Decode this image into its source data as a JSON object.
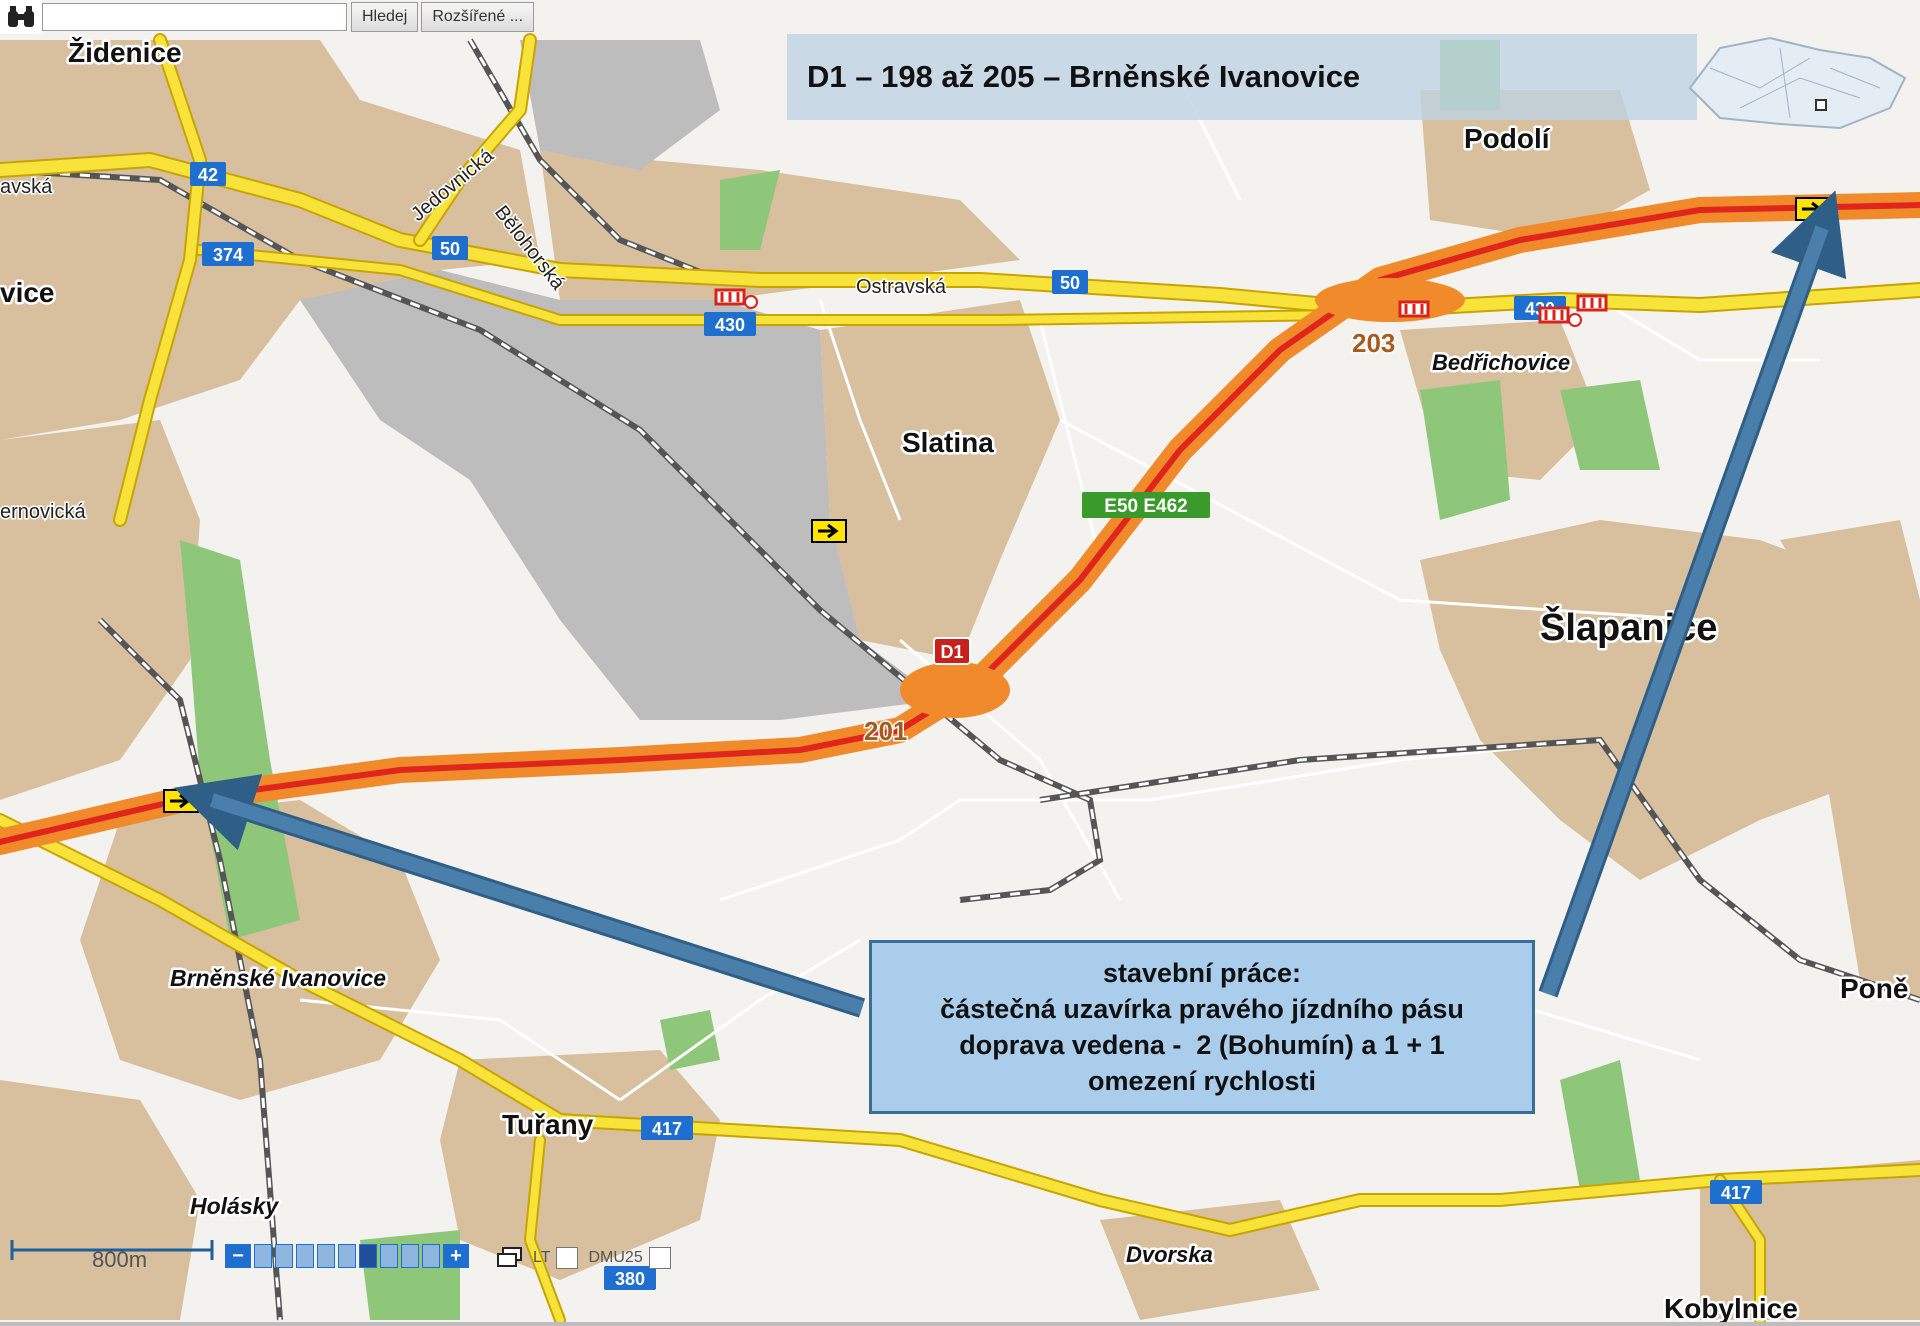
{
  "title": "D1 – 198 až 205 – Brněnské Ivanovice",
  "search": {
    "input_value": "",
    "search_button": "Hledej",
    "advanced_button": "Rozšířené ..."
  },
  "places": {
    "zidenice": "Židenice",
    "podoli": "Podolí",
    "slatina": "Slatina",
    "bedrichovice": "Bedřichovice",
    "slapanice": "Šlapanice",
    "brnenske_ivanovice": "Brněnské Ivanovice",
    "turany": "Tuřany",
    "holasky": "Holásky",
    "dvorska": "Dvorska",
    "kobylnice": "Kobylnice",
    "vice_partial": "vice",
    "pone_partial": "Poně"
  },
  "streets": {
    "ostravska": "Ostravská",
    "avska_partial": "avská",
    "jedovnicka": "Jedovnická",
    "belohorska": "Bělohorská",
    "ernovicka_partial": "ernovická"
  },
  "road_numbers": {
    "r42": "42",
    "r374": "374",
    "r50a": "50",
    "r50b": "50",
    "r430a": "430",
    "r430b": "430",
    "r417a": "417",
    "r417b": "417",
    "r380": "380"
  },
  "exits": {
    "e201": "201",
    "e203": "203"
  },
  "motorway_shields": {
    "d1": "D1",
    "euro": "E50 E462"
  },
  "callout": {
    "line1": "stavební práce:",
    "line2": "částečná uzavírka pravého jízdního pásu",
    "line3": "doprava vedena -  2 (Bohumín) a 1 + 1",
    "line4": "omezení rychlosti"
  },
  "controls": {
    "scale": "800m",
    "zoom_in": "+",
    "zoom_out": "−",
    "lt": "LT",
    "dmu25": "DMU25"
  },
  "colors": {
    "urban": "#d8bf9e",
    "industrial": "#bdbdbd",
    "forest": "#8fc77a",
    "major_road": "#f7e33a",
    "motorway_restricted": "#f08a2a",
    "motorway_center": "#e0251c",
    "road_badge": "#1f6fd0",
    "callout_fill": "#a9cdea",
    "arrow": "#3b6e97"
  }
}
